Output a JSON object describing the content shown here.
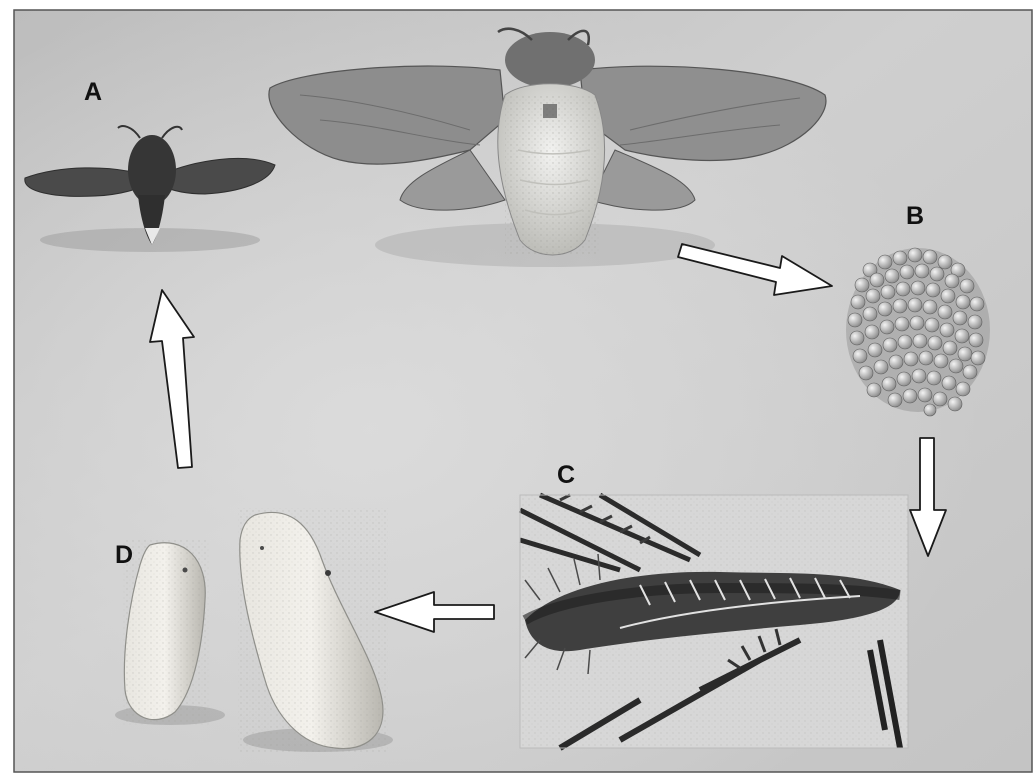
{
  "figure": {
    "stage_labels": {
      "adult_male": "A",
      "eggs": "B",
      "caterpillar": "C",
      "cocoons": "D"
    }
  }
}
